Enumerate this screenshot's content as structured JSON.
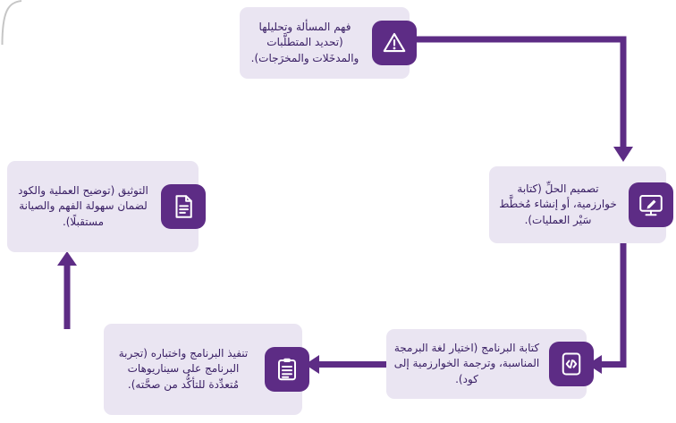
{
  "diagram": {
    "type": "cycle-flowchart",
    "language": "ar",
    "colors": {
      "accent_purple": "#5d2c85",
      "card_background": "#eae5f2",
      "text_purple": "#3a2065"
    },
    "steps": [
      {
        "id": "understand-problem",
        "icon": "warning-icon",
        "text": "فهم المسألة وتحليلها (تحديد المتطلَّبات والمدخَلات والمخرَجات)."
      },
      {
        "id": "design-solution",
        "icon": "monitor-pencil-icon",
        "text": "تصميم الحلِّ (كتابة خوارزمية، أو إنشاء مُخطَّط سَيْر العمليات)."
      },
      {
        "id": "write-program",
        "icon": "code-window-icon",
        "text": "كتابة البرنامج (اختيار لغة البرمجة المناسبة، وترجمة الخوارزمية إلى كود)."
      },
      {
        "id": "run-and-test",
        "icon": "checklist-clipboard-icon",
        "text": "تنفيذ البرنامج واختباره (تجربة البرنامج على سيناريوهات مُتعدِّدة للتأكُّد من صحَّته)."
      },
      {
        "id": "documentation",
        "icon": "document-icon",
        "text": "التوثيق (توضيح العملية والكود لضمان سهولة الفهم والصيانة مستقبلًا)."
      }
    ]
  }
}
